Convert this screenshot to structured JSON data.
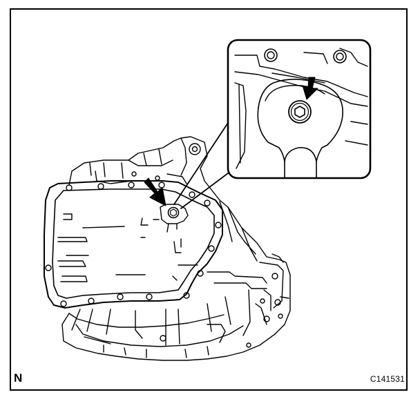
{
  "figure": {
    "orientation_label": "N",
    "figure_id": "C141531"
  },
  "colors": {
    "line": "#000000",
    "paper": "#ffffff",
    "frame": "#000000"
  },
  "icons": {
    "pointer_arrow": "down-left-arrow",
    "callout_arrow": "down-arrow"
  }
}
